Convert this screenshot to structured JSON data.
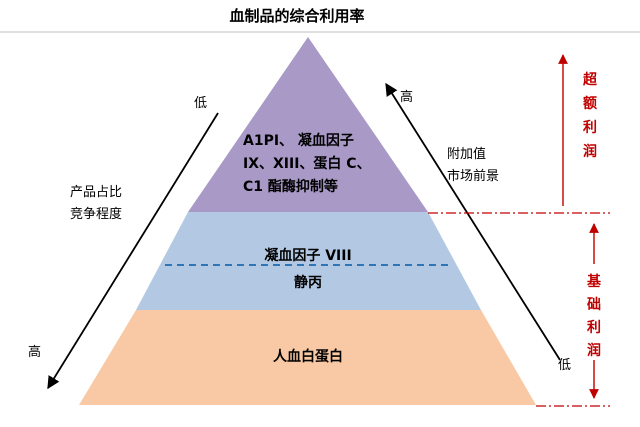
{
  "title": "血制品的综合利用率",
  "pyramid": {
    "top_lines": [
      "A1PI、 凝血因子",
      "IX、XIII、蛋白 C、",
      "C1 酯酶抑制等"
    ],
    "middle_upper": "凝血因子 VIII",
    "middle_lower": "静丙",
    "bottom": "人血白蛋白"
  },
  "left_arrow": {
    "top_label": "低",
    "bottom_label": "高",
    "caption_lines": [
      "产品占比",
      "竞争程度"
    ]
  },
  "right_arrow": {
    "top_label": "高",
    "bottom_label": "低",
    "caption_lines": [
      "附加值",
      "市场前景"
    ]
  },
  "profit_labels": {
    "excess": [
      "超",
      "额",
      "利",
      "润"
    ],
    "basic": [
      "基",
      "础",
      "利",
      "润"
    ]
  },
  "colors": {
    "top_tier": "#a899c6",
    "middle_tier": "#b3c9e3",
    "bottom_tier": "#f8c9a4",
    "dashed_line": "#2e75b6",
    "accent_red": "#c00000",
    "arrow": "#000000"
  }
}
